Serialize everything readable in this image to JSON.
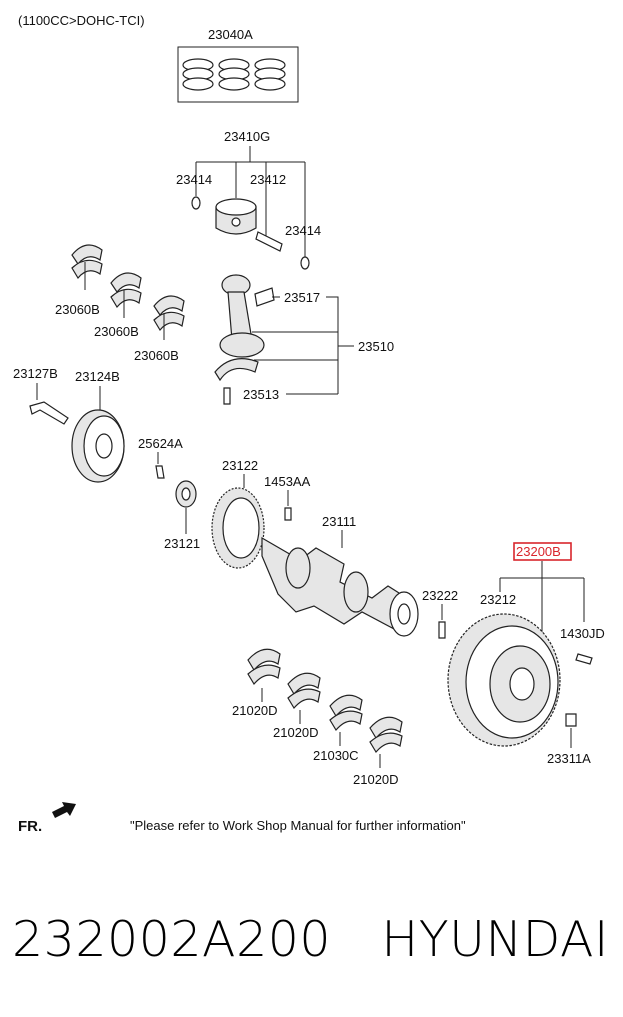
{
  "diagram": {
    "engine_spec": "(1100CC>DOHC-TCI)",
    "labels": {
      "c23040A": "23040A",
      "c23410G": "23410G",
      "c23414a": "23414",
      "c23412": "23412",
      "c23414b": "23414",
      "c23060B_1": "23060B",
      "c23060B_2": "23060B",
      "c23060B_3": "23060B",
      "c23517": "23517",
      "c23510": "23510",
      "c23513": "23513",
      "c23127B": "23127B",
      "c23124B": "23124B",
      "c25624A": "25624A",
      "c23121": "23121",
      "c23122": "23122",
      "c1453AA": "1453AA",
      "c23111": "23111",
      "c23200B": "23200B",
      "c23222": "23222",
      "c23212": "23212",
      "c1430JD": "1430JD",
      "c23311A": "23311A",
      "c21020D_1": "21020D",
      "c21020D_2": "21020D",
      "c21030C": "21030C",
      "c21020D_3": "21020D"
    },
    "highlight_color": "#d9262c",
    "front_marker": "FR.",
    "note": "\"Please refer to Work Shop Manual for further information\""
  },
  "footer": {
    "part_number": "232002A200",
    "brand": "HYUNDAI"
  }
}
